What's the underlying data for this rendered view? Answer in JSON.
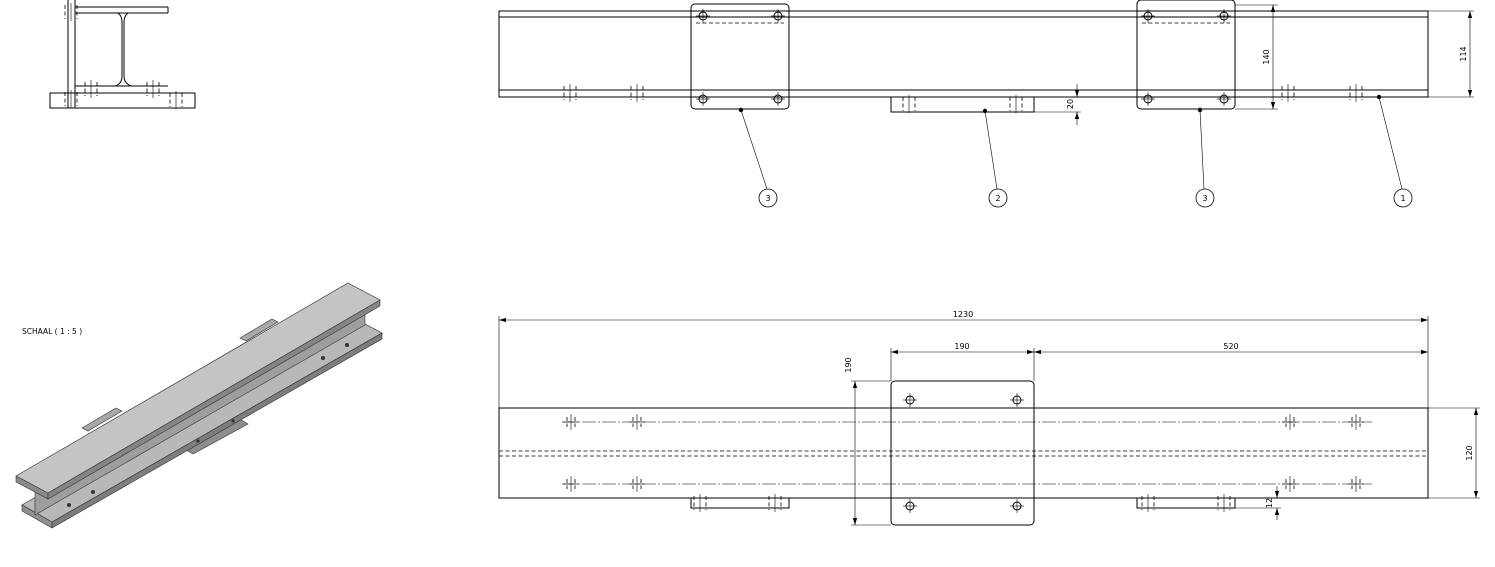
{
  "scale_label": "SCHAAL ( 1 : 5 )",
  "dimensions": {
    "d114": "114",
    "d140": "140",
    "d20": "20",
    "d1230": "1230",
    "d190_h": "190",
    "d190_v": "190",
    "d520": "520",
    "d120": "120",
    "d12": "12"
  },
  "balloons": [
    "3",
    "2",
    "3",
    "1"
  ]
}
